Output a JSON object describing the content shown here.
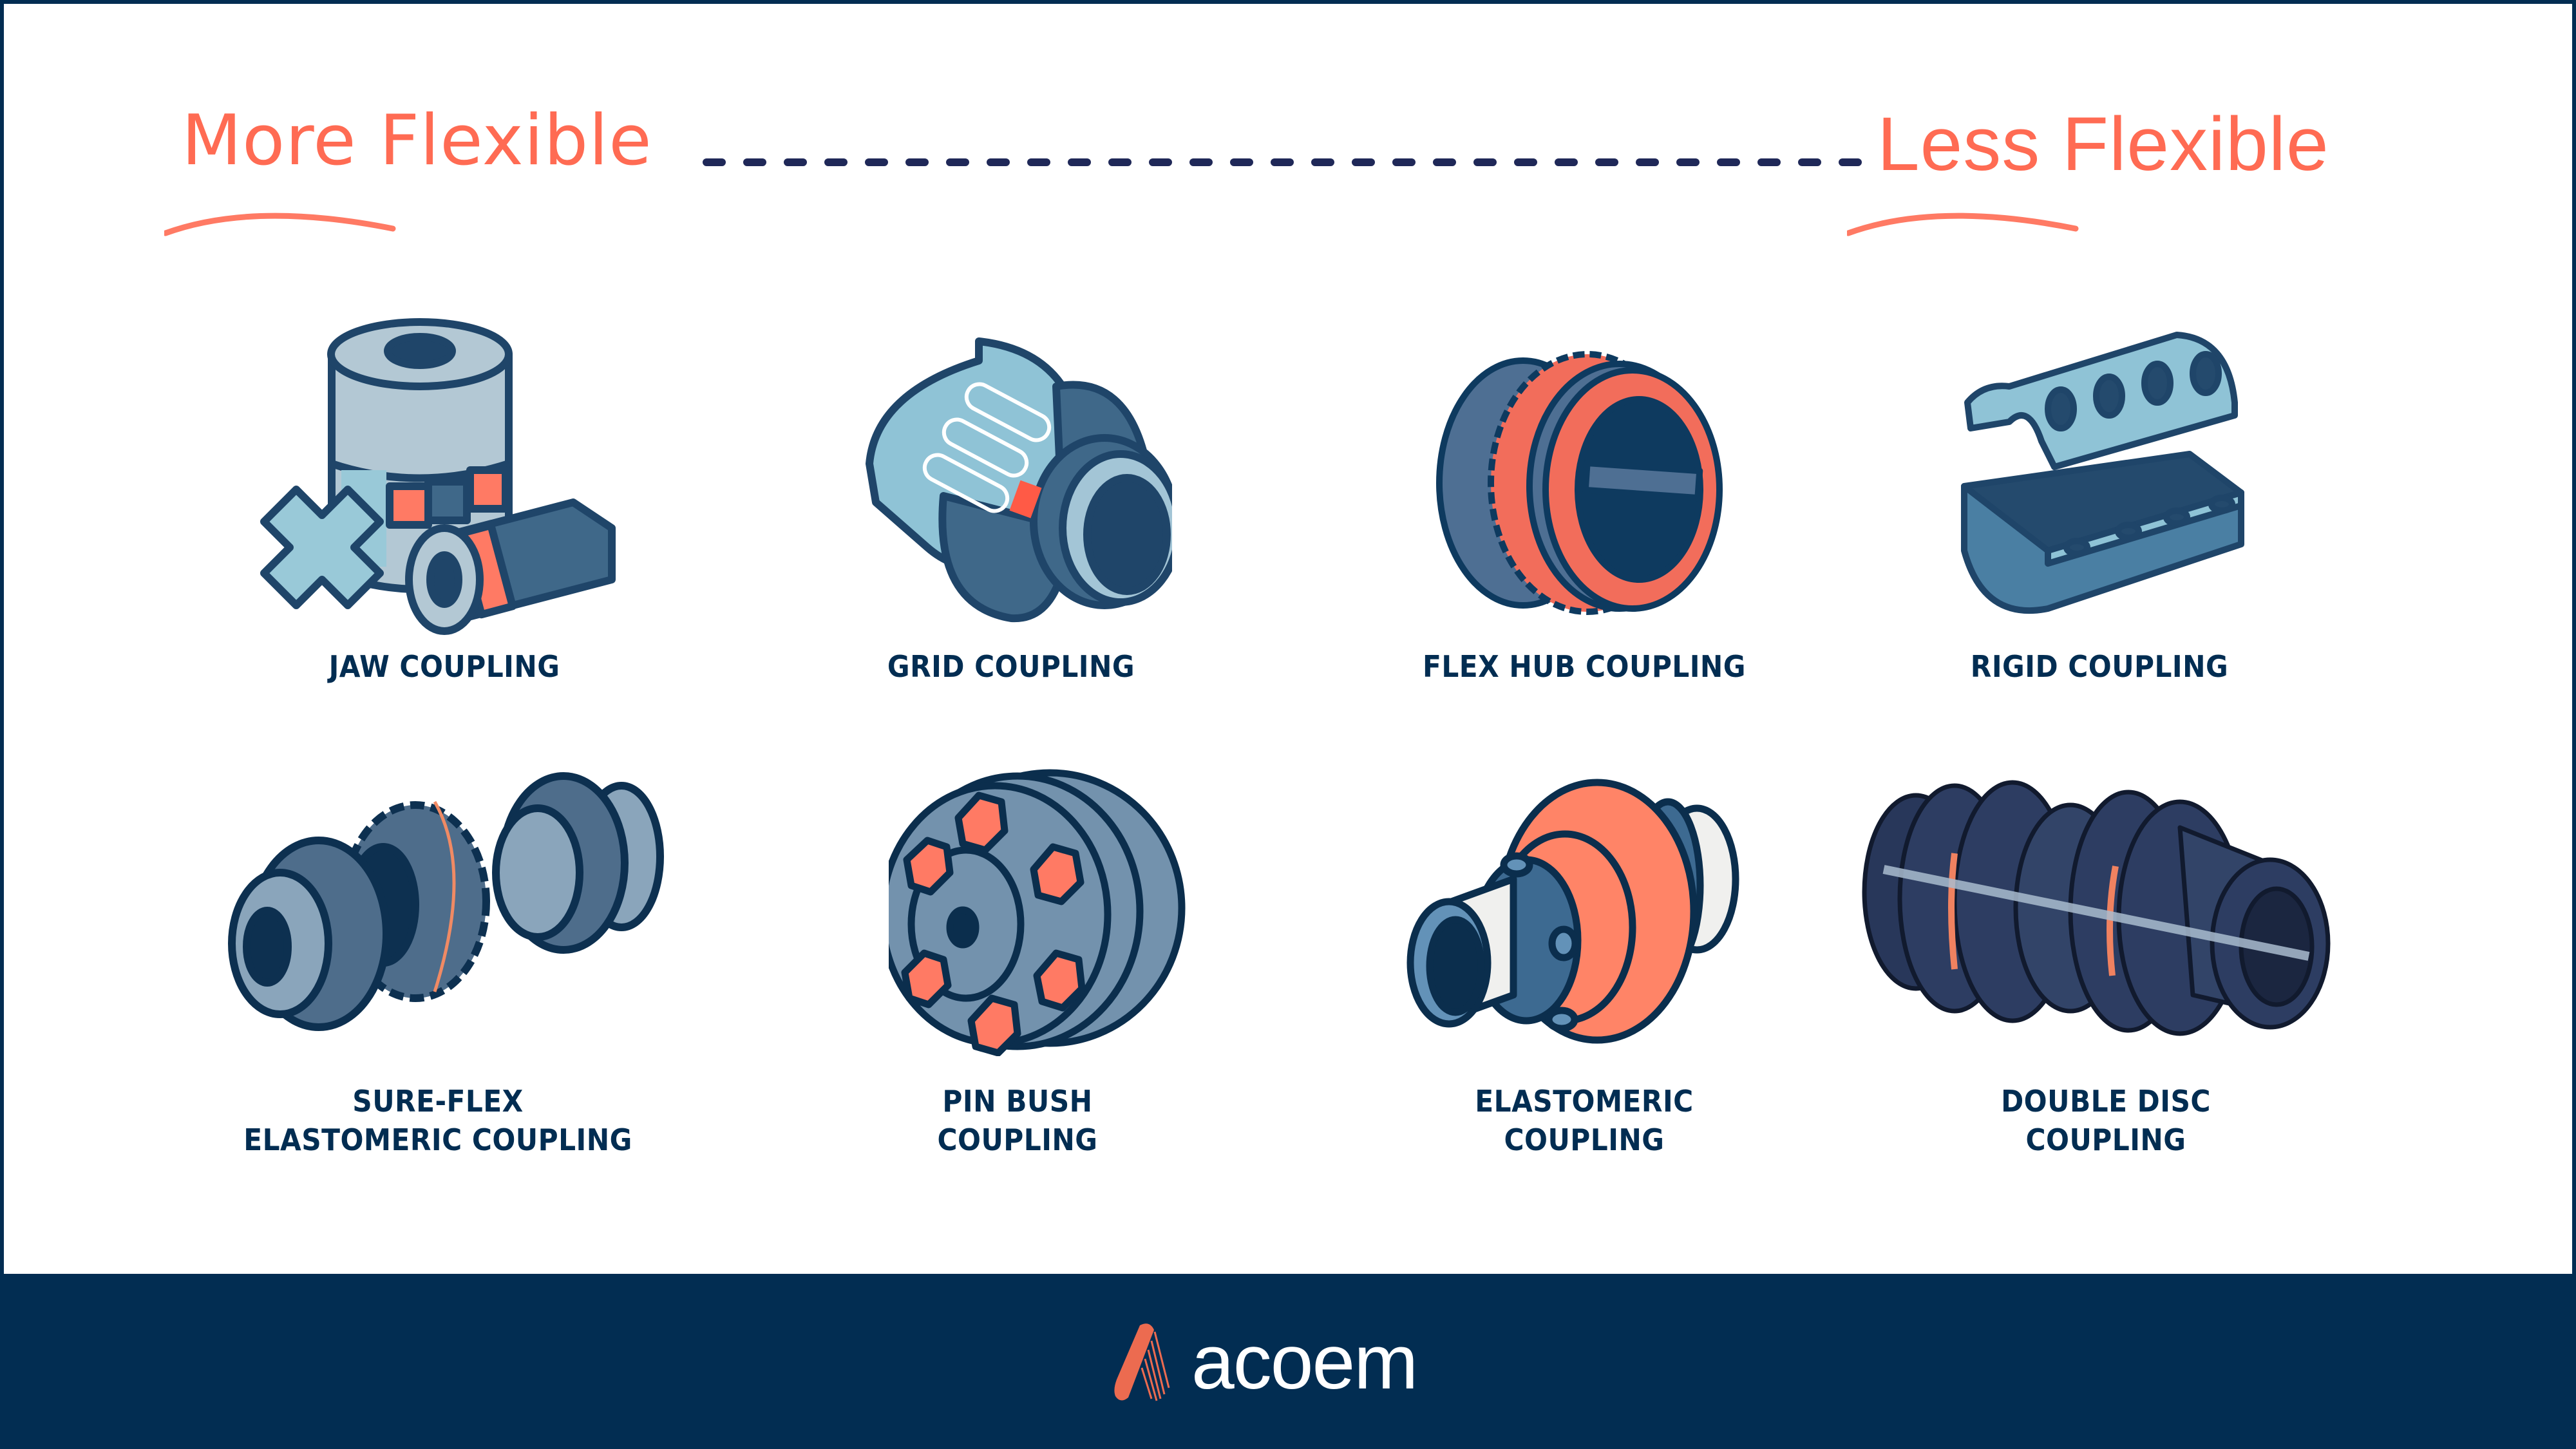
{
  "header": {
    "left_label": "More Flexible",
    "right_label": "Less Flexible",
    "accent_color": "#ff6b53",
    "dash_color": "#1f2858"
  },
  "couplings": [
    {
      "id": "jaw",
      "label_lines": [
        "JAW COUPLING"
      ],
      "icon": "jaw-coupling-icon",
      "row": 1,
      "col": 1
    },
    {
      "id": "grid",
      "label_lines": [
        "GRID COUPLING"
      ],
      "icon": "grid-coupling-icon",
      "row": 1,
      "col": 2
    },
    {
      "id": "flex_hub",
      "label_lines": [
        "FLEX HUB COUPLING"
      ],
      "icon": "flex-hub-coupling-icon",
      "row": 1,
      "col": 3
    },
    {
      "id": "rigid",
      "label_lines": [
        "RIGID COUPLING"
      ],
      "icon": "rigid-coupling-icon",
      "row": 1,
      "col": 4
    },
    {
      "id": "sure_flex",
      "label_lines": [
        "SURE-FLEX",
        "ELASTOMERIC COUPLING"
      ],
      "icon": "sure-flex-coupling-icon",
      "row": 2,
      "col": 1
    },
    {
      "id": "pin_bush",
      "label_lines": [
        "PIN BUSH",
        "COUPLING"
      ],
      "icon": "pin-bush-coupling-icon",
      "row": 2,
      "col": 2
    },
    {
      "id": "elastomeric",
      "label_lines": [
        "ELASTOMERIC",
        "COUPLING"
      ],
      "icon": "elastomeric-coupling-icon",
      "row": 2,
      "col": 3
    },
    {
      "id": "double_disc",
      "label_lines": [
        "DOUBLE DISC",
        "COUPLING"
      ],
      "icon": "double-disc-coupling-icon",
      "row": 2,
      "col": 4
    }
  ],
  "footer": {
    "brand": "acoem",
    "logo_icon": "acoem-logo-icon",
    "background": "#022d52"
  },
  "colors": {
    "navy": "#022d52",
    "outline": "#1f4569",
    "coral": "#ff7a64",
    "steel": "#4a7093",
    "light_steel": "#b3c8d4",
    "sky": "#8fc3d6"
  }
}
